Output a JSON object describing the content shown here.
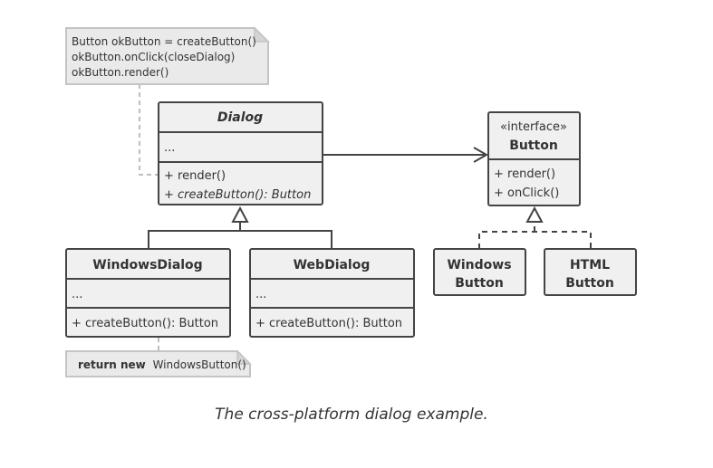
{
  "notes": {
    "client_code": [
      "Button okButton = createButton()",
      "okButton.onClick(closeDialog)",
      "okButton.render()"
    ],
    "windows_return": {
      "keyword": "return new",
      "value": "WindowsButton()"
    }
  },
  "classes": {
    "dialog": {
      "name": "Dialog",
      "fields": "...",
      "methods": [
        "+ render()",
        "+ createButton(): Button"
      ]
    },
    "windows_dialog": {
      "name": "WindowsDialog",
      "fields": "...",
      "methods": [
        "+ createButton(): Button"
      ]
    },
    "web_dialog": {
      "name": "WebDialog",
      "fields": "...",
      "methods": [
        "+ createButton(): Button"
      ]
    },
    "button": {
      "stereotype": "«interface»",
      "name": "Button",
      "methods": [
        "+ render()",
        "+ onClick()"
      ]
    },
    "windows_button": {
      "name_lines": [
        "Windows",
        "Button"
      ]
    },
    "html_button": {
      "name_lines": [
        "HTML",
        "Button"
      ]
    }
  },
  "caption": "The cross-platform dialog example."
}
